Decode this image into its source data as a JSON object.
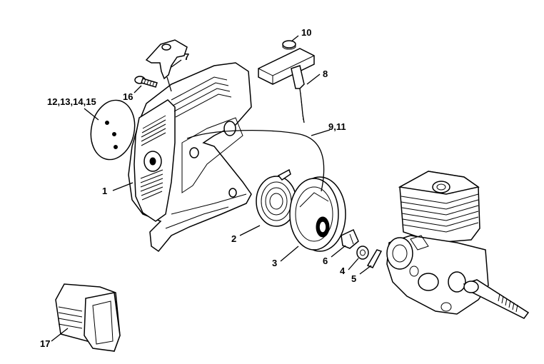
{
  "diagram": {
    "labels": {
      "p1": "1",
      "p2": "2",
      "p3": "3",
      "p4": "4",
      "p5": "5",
      "p6": "6",
      "p7": "7",
      "p8": "8",
      "p9_11": "9,11",
      "p10": "10",
      "p12_15": "12,13,14,15",
      "p16": "16",
      "p17": "17"
    }
  }
}
